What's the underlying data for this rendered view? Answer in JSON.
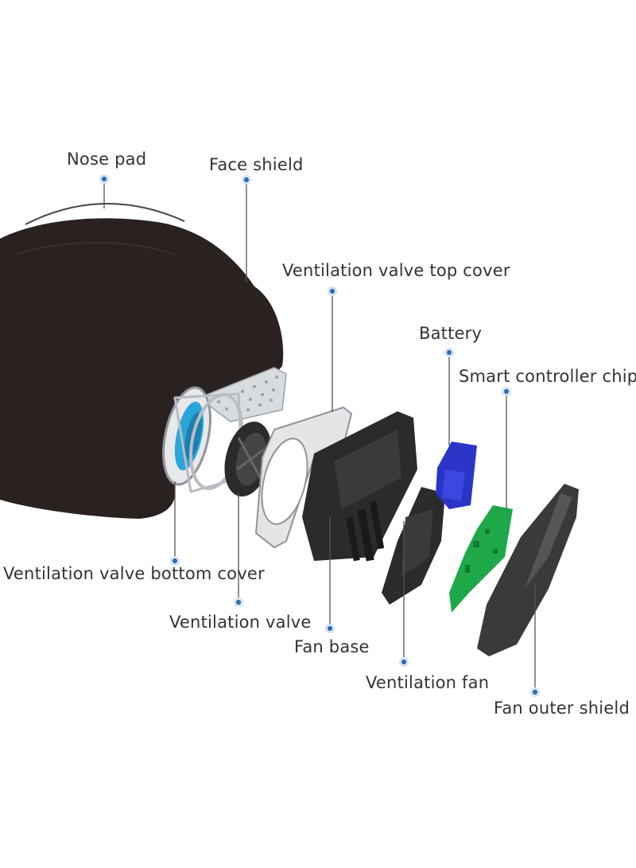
{
  "colors": {
    "leader_line": "#555555",
    "dot": "#2f6fb5",
    "mask": "#2a2220",
    "fan_parts": "#2b2b2b",
    "light_parts": "#d4d6d9",
    "battery": "#2a35c8",
    "chip": "#1fa84a",
    "valve_accent": "#2aa6d8"
  },
  "labels": {
    "nose_pad": "Nose pad",
    "face_shield": "Face shield",
    "valve_top_cover": "Ventilation valve top cover",
    "battery": "Battery",
    "smart_chip": "Smart controller chip",
    "valve_bottom_cover": "Ventilation valve bottom cover",
    "valve": "Ventilation valve",
    "fan_base": "Fan base",
    "fan": "Ventilation fan",
    "fan_outer_shield": "Fan outer shield"
  }
}
